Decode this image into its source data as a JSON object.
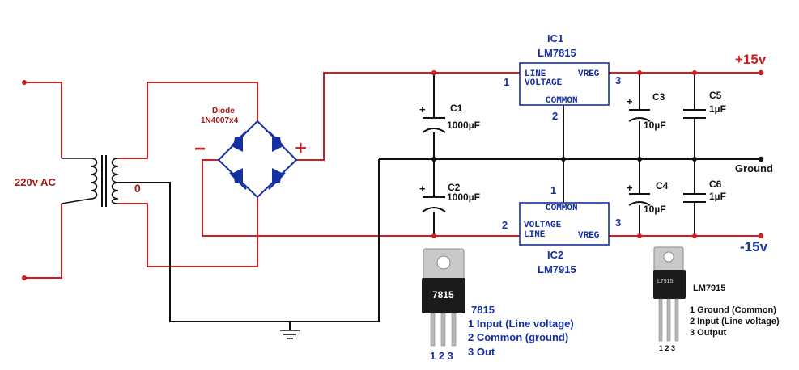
{
  "input": {
    "label": "220v AC",
    "zero_label": "0"
  },
  "bridge": {
    "name": "Diode",
    "part": "1N4007x4",
    "neg_sign": "−",
    "pos_sign": "+"
  },
  "caps": {
    "c1": {
      "name": "C1",
      "value": "1000µF"
    },
    "c2": {
      "name": "C2",
      "value": "1000µF"
    },
    "c3": {
      "name": "C3",
      "value": "10µF"
    },
    "c4": {
      "name": "C4",
      "value": "10µF"
    },
    "c5": {
      "name": "C5",
      "value": "1µF"
    },
    "c6": {
      "name": "C6",
      "value": "1µF"
    },
    "plus": "+"
  },
  "ic1": {
    "name": "IC1",
    "part": "LM7815",
    "pin_line": "LINE",
    "pin_voltage": "VOLTAGE",
    "pin_vreg": "VREG",
    "pin_common": "COMMON",
    "pin1": "1",
    "pin2": "2",
    "pin3": "3"
  },
  "ic2": {
    "name": "IC2",
    "part": "LM7915",
    "pin_line": "LINE",
    "pin_voltage": "VOLTAGE",
    "pin_vreg": "VREG",
    "pin_common": "COMMON",
    "pin1": "1",
    "pin2": "2",
    "pin3": "3"
  },
  "outputs": {
    "positive": "+15v",
    "ground": "Ground",
    "negative": "-15v"
  },
  "pkg_7815": {
    "marking": "7815",
    "title": "7815",
    "line1": "1 Input (Line voltage)",
    "line2": "2 Common (ground)",
    "line3": "3 Out",
    "pins": "1 2 3"
  },
  "pkg_7915": {
    "marking": "L7915",
    "title": "LM7915",
    "line1": "1 Ground (Common)",
    "line2": "2 Input (Line voltage)",
    "line3": "3 Output",
    "pins": "1 2 3"
  },
  "colors": {
    "red_wire": "#cc1f1f",
    "black_wire": "#111111",
    "blue": "#1530a0"
  }
}
